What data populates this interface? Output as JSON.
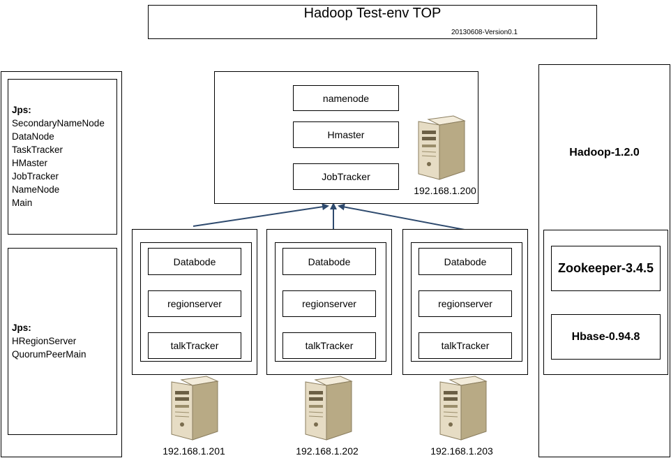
{
  "title": "Hadoop Test-env TOP",
  "version": "20130608-Version0.1",
  "master": {
    "services": [
      "namenode",
      "Hmaster",
      "JobTracker"
    ],
    "ip": "192.168.1.200"
  },
  "slaves": [
    {
      "services": [
        "Databode",
        "regionserver",
        "talkTracker"
      ],
      "ip": "192.168.1.201"
    },
    {
      "services": [
        "Databode",
        "regionserver",
        "talkTracker"
      ],
      "ip": "192.168.1.202"
    },
    {
      "services": [
        "Databode",
        "regionserver",
        "talkTracker"
      ],
      "ip": "192.168.1.203"
    }
  ],
  "jps_master": {
    "header": "Jps:",
    "items": [
      "SecondaryNameNode",
      "DataNode",
      "TaskTracker",
      "HMaster",
      "JobTracker",
      "NameNode",
      "Main"
    ]
  },
  "jps_slave": {
    "header": "Jps:",
    "items": [
      "HRegionServer",
      "QuorumPeerMain"
    ]
  },
  "versions": {
    "hadoop": "Hadoop-1.2.0",
    "zookeeper": "Zookeeper-3.4.5",
    "hbase": "Hbase-0.94.8"
  },
  "colors": {
    "arrow": "#2e4a6e",
    "server_body": "#e6dcc4",
    "server_dark": "#6b5f45"
  }
}
